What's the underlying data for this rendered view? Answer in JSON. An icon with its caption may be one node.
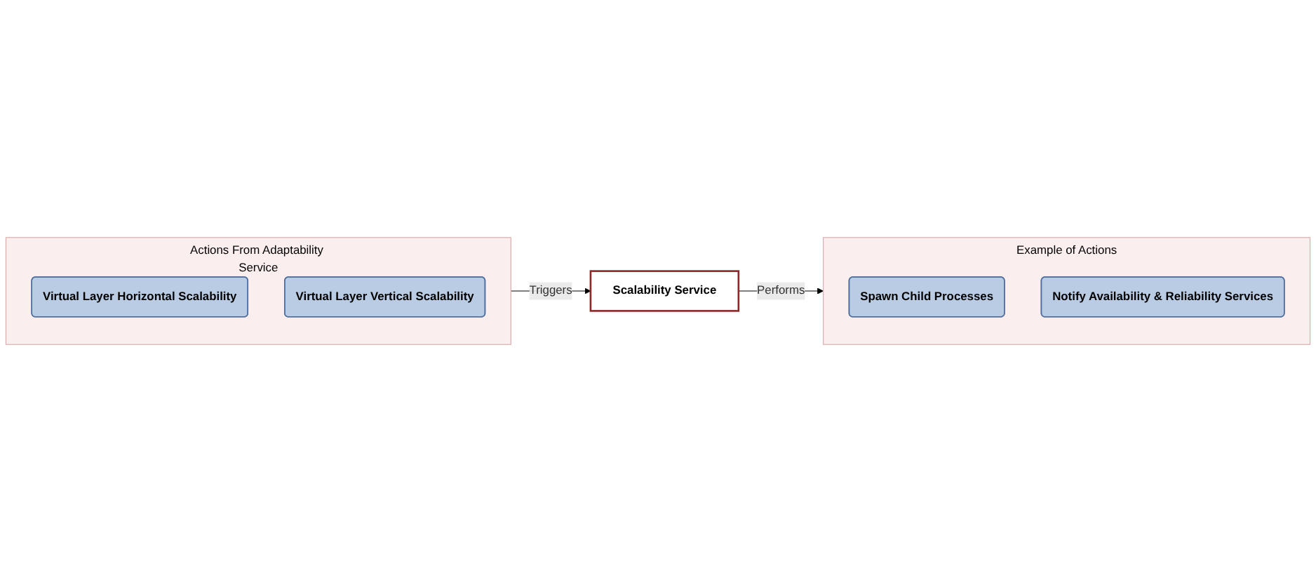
{
  "diagram": {
    "nodes": [
      {
        "text": [
          "Actions From Adaptability Service"
        ]
      },
      {
        "text": [
          "Virtual Layer Horizontal Scalability"
        ],
        "in": 0
      },
      {
        "text": [
          "Virtual Layer Vertical Scalability"
        ],
        "in": 0
      },
      {
        "text": [
          "Scalability Service"
        ]
      },
      {
        "text": [
          "Example of Actions"
        ]
      },
      {
        "text": [
          "Spawn Child Processes"
        ],
        "in": 4
      },
      {
        "text": [
          "Notify Availability & Reliability Services"
        ],
        "in": 4
      }
    ],
    "edges": [
      {
        "from": 0,
        "to": 3,
        "label": "Triggers",
        "arrow": "to"
      },
      {
        "from": 3,
        "to": 4,
        "label": "Performs",
        "arrow": "to"
      }
    ]
  }
}
